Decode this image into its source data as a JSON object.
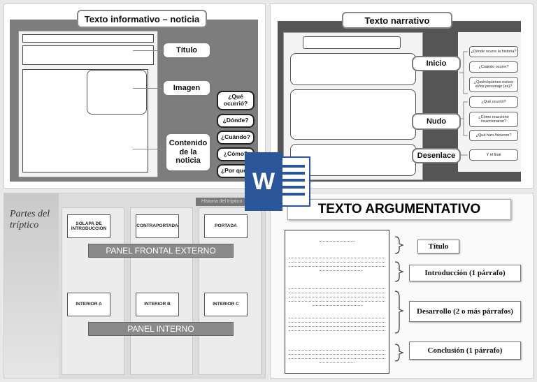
{
  "informativo": {
    "title": "Texto informativo – noticia",
    "labels": {
      "titulo": "Título",
      "imagen": "Imagen",
      "contenido": "Contenido de la noticia"
    },
    "questions": [
      "¿Qué ocurrió?",
      "¿Dónde?",
      "¿Cuándo?",
      "¿Cómo?",
      "¿Por qué?"
    ]
  },
  "narrativo": {
    "title": "Texto narrativo",
    "labels": {
      "inicio": "Inicio",
      "nudo": "Nudo",
      "desenlace": "Desenlace"
    },
    "questions": [
      "¿Dónde ocurre la historia?",
      "¿Cuándo ocurre?",
      "¿Quién/quiénes es/son el/los personaje (es)?",
      "¿Qué ocurrió?",
      "¿Cómo reaccionó /reaccionaron?",
      "¿Qué hizo /hicieron?",
      "Y el final"
    ]
  },
  "triptico": {
    "title": "Partes del tríptico",
    "top_label": "Historia del tríptico",
    "boxes_top": [
      "SOLAPA DE INTRODUCCIÓN",
      "CONTRAPORTADA",
      "PORTADA"
    ],
    "bar_top": "PANEL FRONTAL EXTERNO",
    "boxes_bottom": [
      "INTERIOR A",
      "INTERIOR B",
      "INTERIOR C"
    ],
    "bar_bottom": "PANEL INTERNO"
  },
  "argumentativo": {
    "title": "TEXTO ARGUMENTATIVO",
    "labels": [
      "Título",
      "Introducción (1 párrafo)",
      "Desarrollo (2 o más párrafos)",
      "Conclusión (1 párrafo)"
    ]
  },
  "word_icon": {
    "letter": "W",
    "icon": "microsoft-word-icon",
    "color": "#2b579a"
  }
}
